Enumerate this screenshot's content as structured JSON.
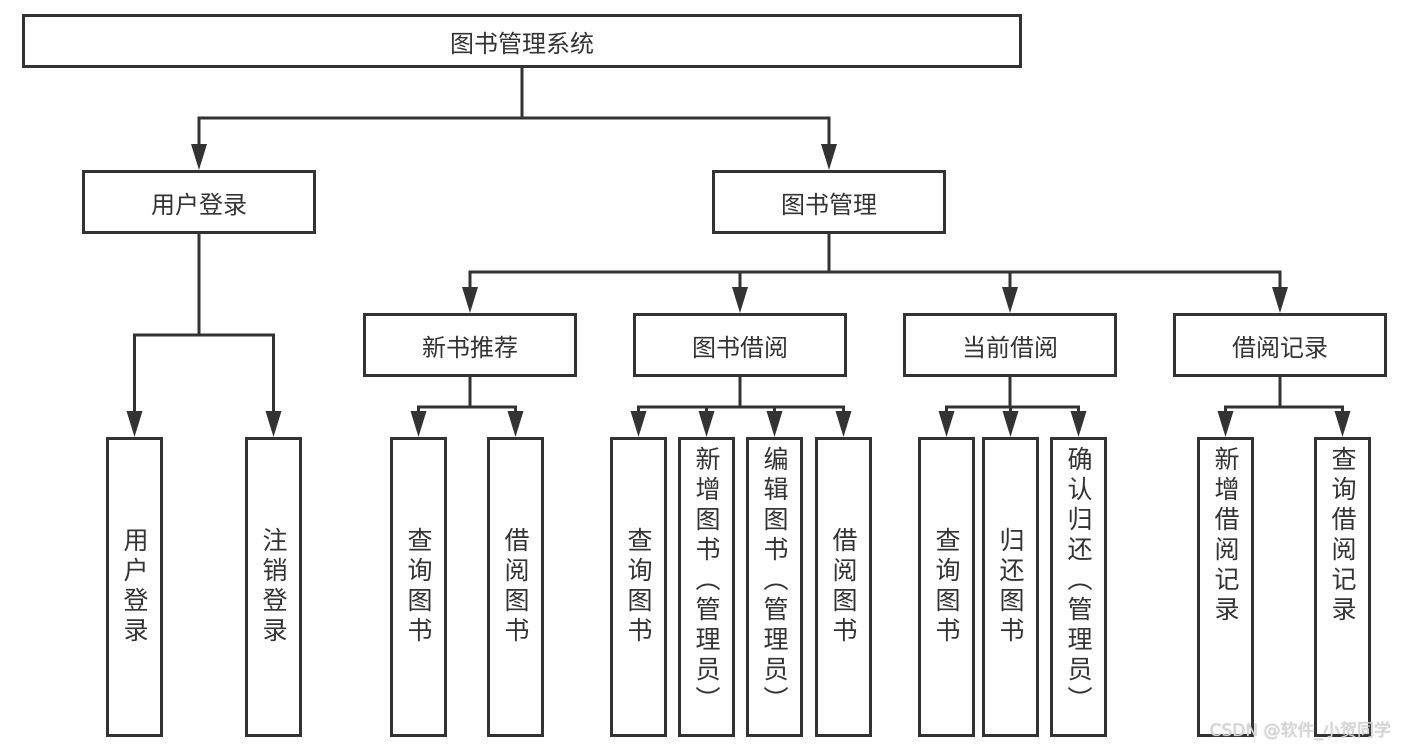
{
  "diagram": {
    "root": {
      "id": "root",
      "label": "图书管理系统"
    },
    "nodes": [
      {
        "id": "login",
        "parent": "root",
        "label": "用户登录"
      },
      {
        "id": "bookmgmt",
        "parent": "root",
        "label": "图书管理"
      },
      {
        "id": "login-login",
        "parent": "login",
        "label": "用户登录"
      },
      {
        "id": "login-logout",
        "parent": "login",
        "label": "注销登录"
      },
      {
        "id": "recommend",
        "parent": "bookmgmt",
        "label": "新书推荐"
      },
      {
        "id": "borrow",
        "parent": "bookmgmt",
        "label": "图书借阅"
      },
      {
        "id": "current",
        "parent": "bookmgmt",
        "label": "当前借阅"
      },
      {
        "id": "records",
        "parent": "bookmgmt",
        "label": "借阅记录"
      },
      {
        "id": "rec-query",
        "parent": "recommend",
        "label": "查询图书"
      },
      {
        "id": "rec-borrow",
        "parent": "recommend",
        "label": "借阅图书"
      },
      {
        "id": "bor-query",
        "parent": "borrow",
        "label": "查询图书"
      },
      {
        "id": "bor-add",
        "parent": "borrow",
        "label": "新增图书（管理员）"
      },
      {
        "id": "bor-edit",
        "parent": "borrow",
        "label": "编辑图书（管理员）"
      },
      {
        "id": "bor-borrow",
        "parent": "borrow",
        "label": "借阅图书"
      },
      {
        "id": "cur-query",
        "parent": "current",
        "label": "查询图书"
      },
      {
        "id": "cur-return",
        "parent": "current",
        "label": "归还图书"
      },
      {
        "id": "cur-confirm",
        "parent": "current",
        "label": "确认归还（管理员）"
      },
      {
        "id": "recd-add",
        "parent": "records",
        "label": "新增借阅记录"
      },
      {
        "id": "recd-query",
        "parent": "records",
        "label": "查询借阅记录"
      }
    ]
  },
  "watermark": "CSDN @软件_小贺同学"
}
